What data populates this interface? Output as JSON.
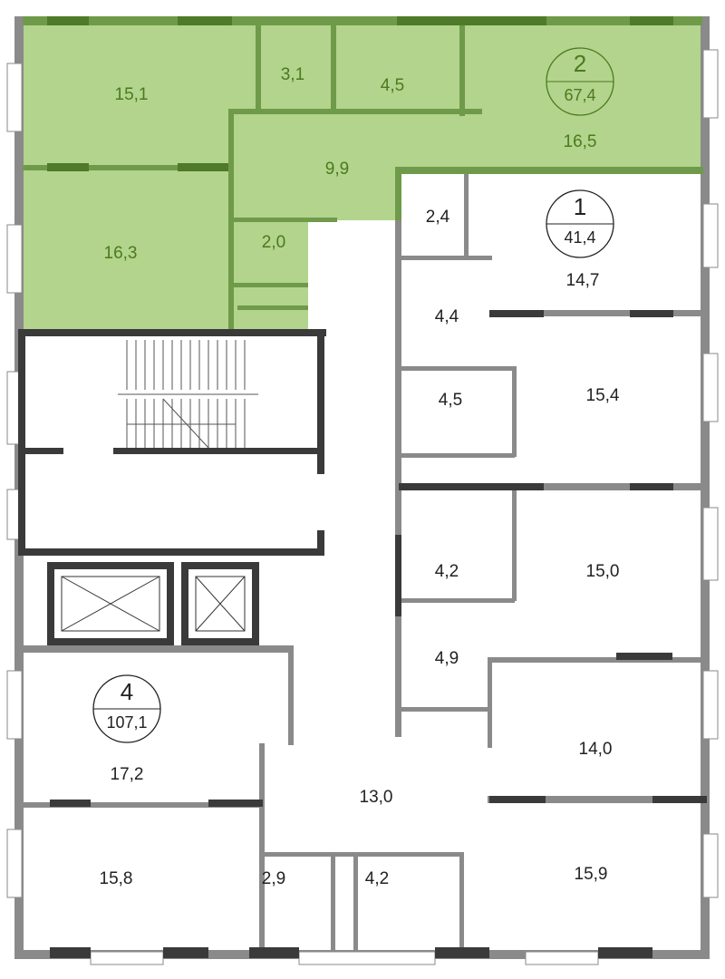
{
  "title": "Floor plan",
  "colors": {
    "highlight_fill": "#b2d48c",
    "highlight_wall": "#6f9a4a",
    "highlight_text": "#4b7a1e",
    "wall": "#8a8a8a",
    "bearing_wall": "#3a3a3a"
  },
  "apartments": [
    {
      "number": "2",
      "total_area": "67,4",
      "highlighted": true
    },
    {
      "number": "1",
      "total_area": "41,4",
      "highlighted": false
    },
    {
      "number": "4",
      "total_area": "107,1",
      "highlighted": false
    }
  ],
  "rooms": [
    {
      "area": "15,1"
    },
    {
      "area": "3,1"
    },
    {
      "area": "4,5"
    },
    {
      "area": "16,5"
    },
    {
      "area": "9,9"
    },
    {
      "area": "16,3"
    },
    {
      "area": "2,0"
    },
    {
      "area": "2,4"
    },
    {
      "area": "14,7"
    },
    {
      "area": "4,4"
    },
    {
      "area": "15,4"
    },
    {
      "area": "4,5"
    },
    {
      "area": "4,2"
    },
    {
      "area": "15,0"
    },
    {
      "area": "4,9"
    },
    {
      "area": "14,0"
    },
    {
      "area": "13,0"
    },
    {
      "area": "17,2"
    },
    {
      "area": "15,8"
    },
    {
      "area": "2,9"
    },
    {
      "area": "4,2"
    },
    {
      "area": "15,9"
    }
  ]
}
